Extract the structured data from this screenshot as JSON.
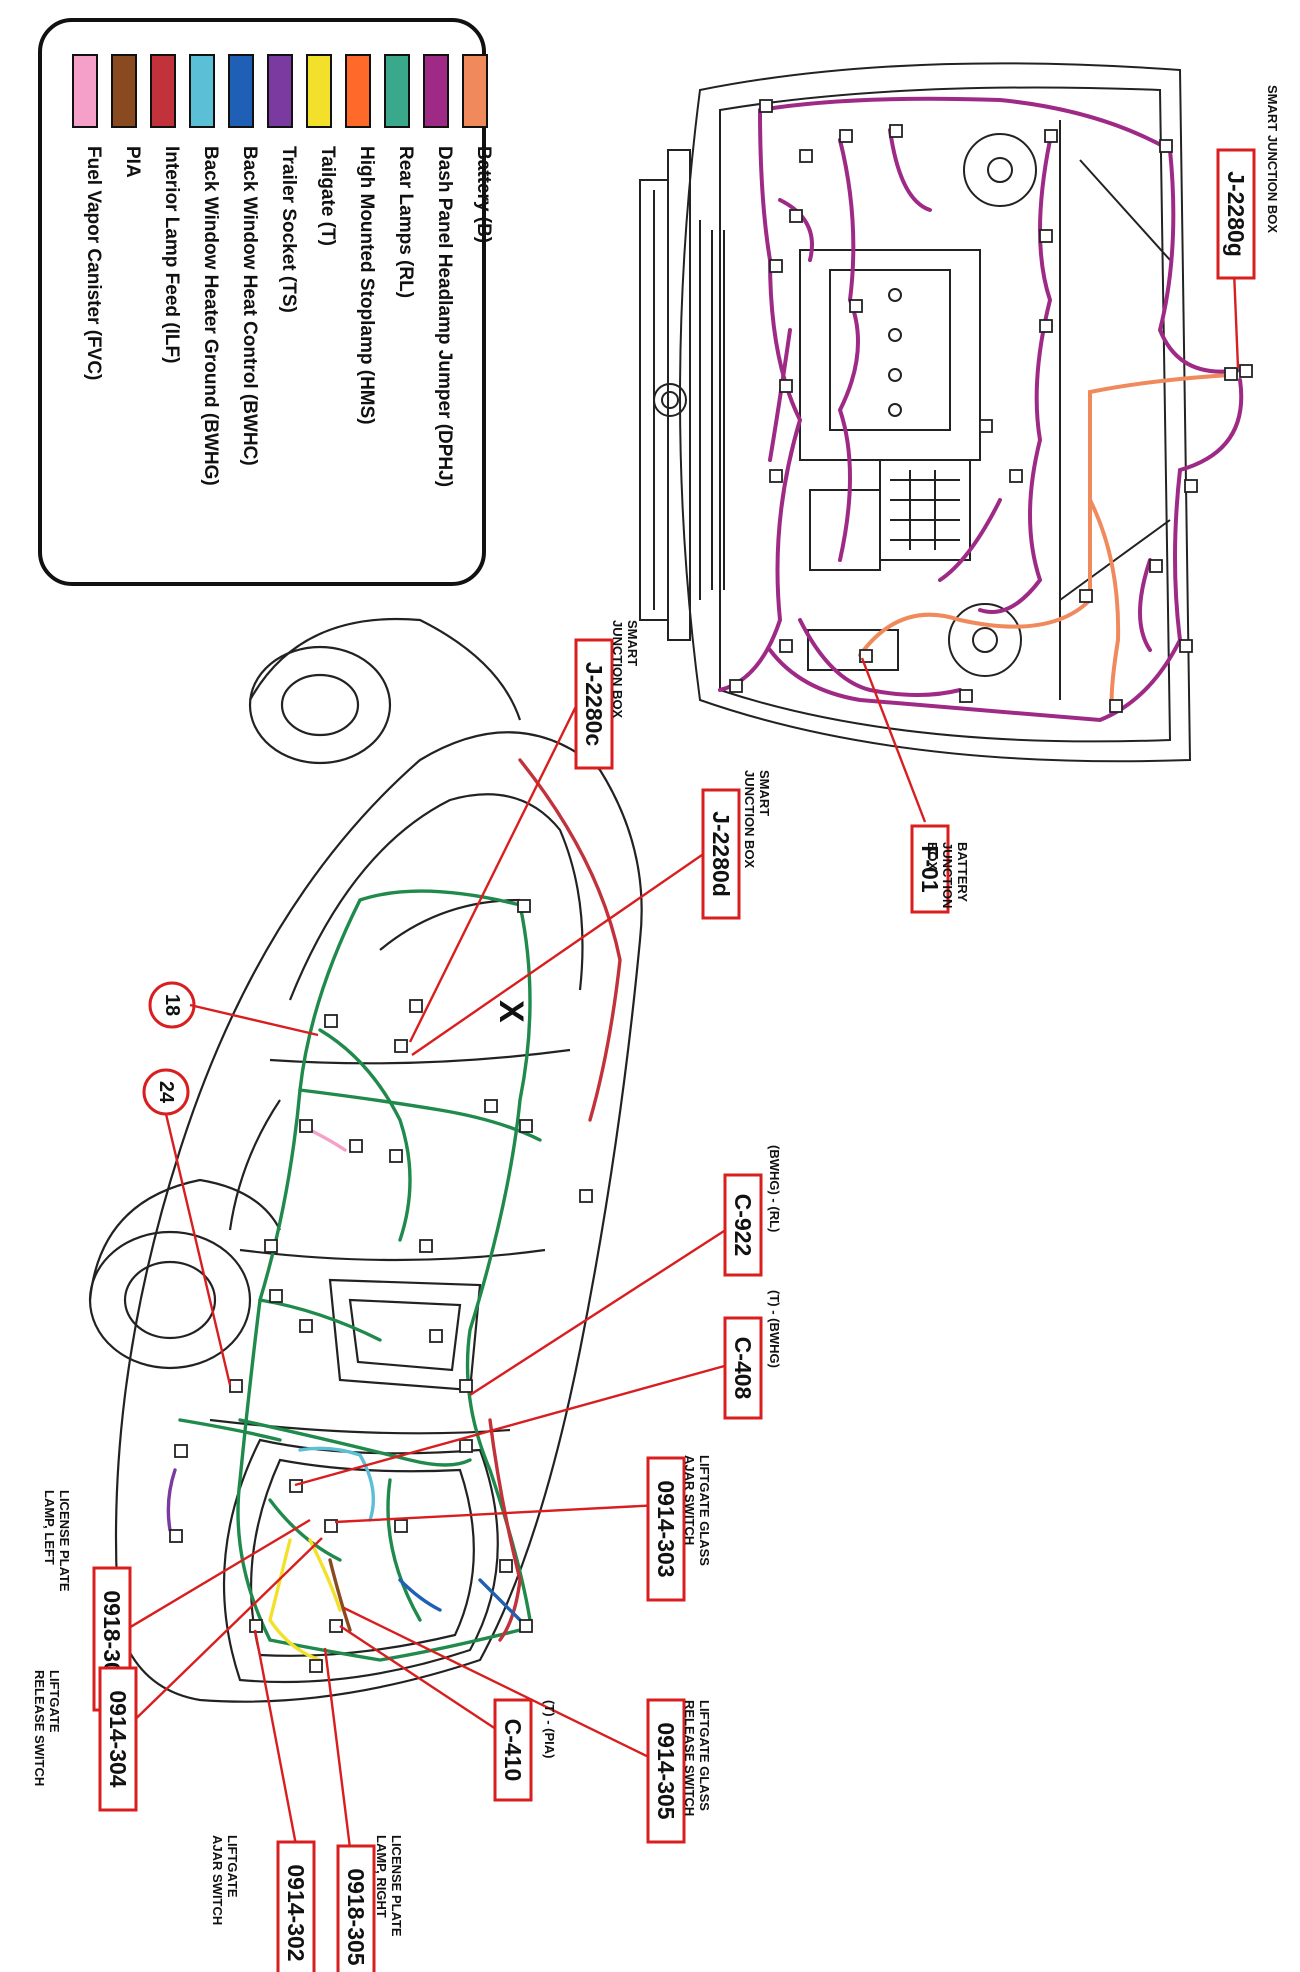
{
  "legend": {
    "items": [
      {
        "label": "Battery (B)",
        "color": "#f08a5d"
      },
      {
        "label": "Dash Panel Headlamp Jumper (DPHJ)",
        "color": "#9e2a86"
      },
      {
        "label": "Rear Lamps (RL)",
        "color": "#3aa88a"
      },
      {
        "label": "High Mounted Stoplamp (HMS)",
        "color": "#ff6a2a"
      },
      {
        "label": "Tailgate (T)",
        "color": "#f3e02a"
      },
      {
        "label": "Trailer Socket  (TS)",
        "color": "#7a3aa0"
      },
      {
        "label": "Back Window Heat Control (BWHC)",
        "color": "#1f5fb5"
      },
      {
        "label": "Back Window Heater Ground (BWHG)",
        "color": "#5bc0d6"
      },
      {
        "label": "Interior Lamp Feed (ILF)",
        "color": "#c2323a"
      },
      {
        "label": "PIA",
        "color": "#8a4a1f"
      },
      {
        "label": "Fuel Vapor Canister (FVC)",
        "color": "#f4a0c8"
      }
    ]
  },
  "markers": {
    "x_mark": "X",
    "circle_18": "18",
    "circle_24": "24"
  },
  "callouts": {
    "j2280g": {
      "code": "J-2280g",
      "desc": [
        "SMART JUNCTION BOX"
      ]
    },
    "f01": {
      "code": "F-01",
      "desc": [
        "BATTERY",
        "JUNCTION",
        "BOX"
      ]
    },
    "j2280c": {
      "code": "J-2280c",
      "desc": [
        "SMART",
        "JUNCTION BOX"
      ]
    },
    "j2280d": {
      "code": "J-2280d",
      "desc": [
        "SMART",
        "JUNCTION BOX"
      ]
    },
    "c922": {
      "code": "C-922",
      "desc": [
        "(BWHG) - (RL)"
      ]
    },
    "c408": {
      "code": "C-408",
      "desc": [
        "(T) - (BWHG)"
      ]
    },
    "c0914_303": {
      "code": "0914-303",
      "desc": [
        "LIFTGATE GLASS",
        "AJAR SWITCH"
      ]
    },
    "c0918_306": {
      "code": "0918-306",
      "desc": [
        "LICENSE PLATE",
        "LAMP, LEFT"
      ]
    },
    "c0914_304": {
      "code": "0914-304",
      "desc": [
        "LIFTGATE",
        "RELEASE SWITCH"
      ]
    },
    "c410": {
      "code": "C-410",
      "desc": [
        "(T) - (PIA)"
      ]
    },
    "c0914_305": {
      "code": "0914-305",
      "desc": [
        "LIFTGATE GLASS",
        "RELEASE SWITCH"
      ]
    },
    "c0918_305": {
      "code": "0918-305",
      "desc": [
        "LICENSE PLATE",
        "LAMP, RIGHT"
      ]
    },
    "c0914_302": {
      "code": "0914-302",
      "desc": [
        "LIFTGATE",
        "AJAR SWITCH"
      ]
    }
  },
  "colors": {
    "callout_red": "#d81e1e",
    "harness_green": "#1f8a4c",
    "harness_purple": "#9e2a86",
    "battery_orange": "#f08a5d",
    "outline": "#222222"
  }
}
